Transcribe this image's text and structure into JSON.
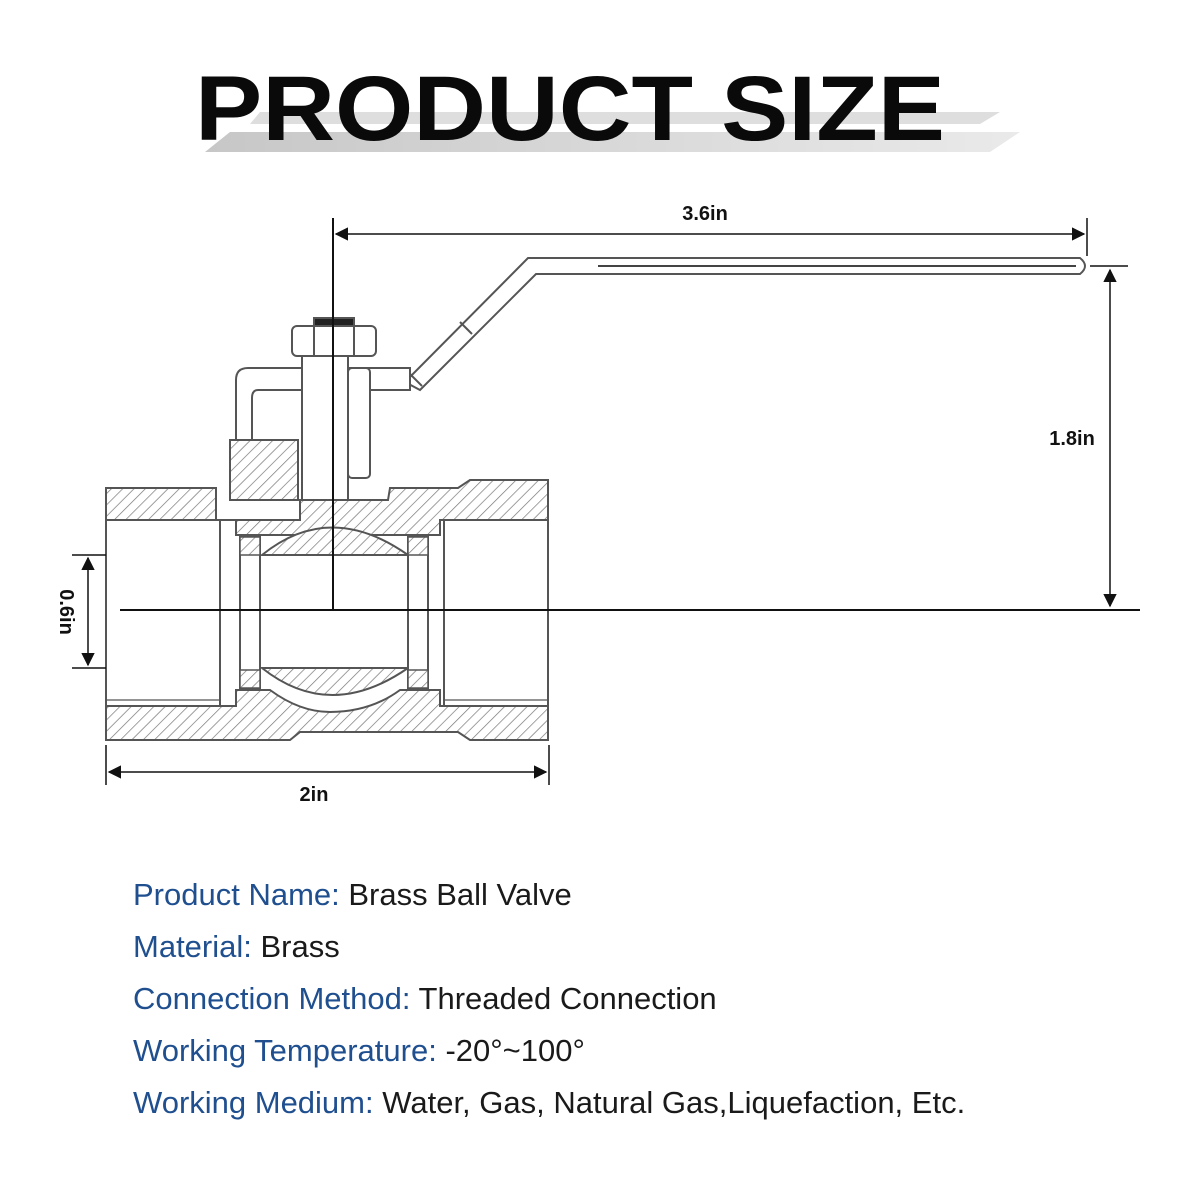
{
  "title": "PRODUCT SIZE",
  "dimensions": {
    "handle_length": "3.6in",
    "height": "1.8in",
    "bore": "0.6in",
    "body_length": "2in"
  },
  "specs": [
    {
      "label": "Product Name:",
      "value": " Brass Ball Valve"
    },
    {
      "label": "Material:",
      "value": " Brass"
    },
    {
      "label": "Connection Method:",
      "value": " Threaded Connection"
    },
    {
      "label": "Working Temperature:",
      "value": " -20°~100°"
    },
    {
      "label": "Working Medium:",
      "value": " Water, Gas, Natural Gas,Liquefaction, Etc."
    }
  ],
  "colors": {
    "label": "#1f4f8f",
    "value": "#1a1a1a",
    "line": "#444444"
  }
}
